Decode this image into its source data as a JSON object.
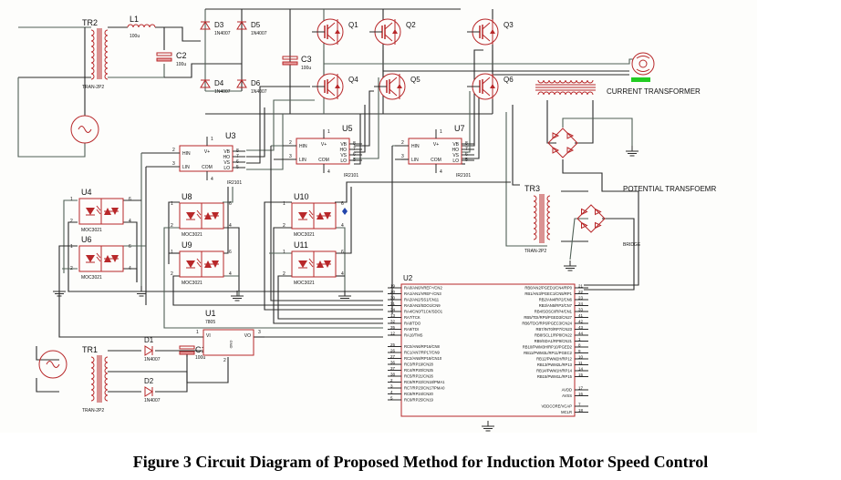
{
  "figure": {
    "caption": "Figure 3 Circuit Diagram of Proposed Method for Induction Motor Speed Control"
  },
  "colors": {
    "component": "#b8282a",
    "wire": "#2a2a2a",
    "wire_alt": "#4f5f55",
    "motor_indicator": "#22cc22"
  },
  "supply": {
    "tr2": {
      "name": "TR2",
      "type": "TRAN-2P2"
    },
    "l1": {
      "name": "L1",
      "value": "100u"
    },
    "c2": {
      "name": "C2",
      "value": "100u"
    },
    "c3": {
      "name": "C3",
      "value": "100u"
    },
    "diodes": [
      {
        "name": "D3",
        "type": "1N4007"
      },
      {
        "name": "D5",
        "type": "1N4007"
      },
      {
        "name": "D4",
        "type": "1N4007"
      },
      {
        "name": "D6",
        "type": "1N4007"
      }
    ]
  },
  "inverter": {
    "igbts": [
      "Q1",
      "Q2",
      "Q3",
      "Q4",
      "Q5",
      "Q6"
    ]
  },
  "drivers": [
    {
      "name": "U3",
      "type": "IR2101"
    },
    {
      "name": "U5",
      "type": "IR2101"
    },
    {
      "name": "U7",
      "type": "IR2101"
    }
  ],
  "driver_pins": {
    "left": [
      {
        "num": "2",
        "label": "HIN"
      },
      {
        "num": "3",
        "label": "LIN"
      }
    ],
    "top": {
      "num": "1",
      "label": "V+"
    },
    "bottom": {
      "num": "4",
      "label": "COM"
    },
    "right": [
      {
        "num": "8",
        "label": "VB"
      },
      {
        "num": "7",
        "label": "HO"
      },
      {
        "num": "6",
        "label": "VS"
      },
      {
        "num": "5",
        "label": "LO"
      }
    ]
  },
  "optocouplers": [
    {
      "name": "U4",
      "type": "MOC3021"
    },
    {
      "name": "U6",
      "type": "MOC3021"
    },
    {
      "name": "U8",
      "type": "MOC3021"
    },
    {
      "name": "U9",
      "type": "MOC3021"
    },
    {
      "name": "U10",
      "type": "MOC3021"
    },
    {
      "name": "U11",
      "type": "MOC3021"
    }
  ],
  "opto_pins": [
    "1",
    "2",
    "6",
    "4"
  ],
  "sensing": {
    "current_transformer": "CURRENT TRANSFORMER",
    "potential_transformer": "POTENTIAL TRANSFOEMR",
    "tr3": {
      "name": "TR3",
      "type": "TRAN-2P2"
    },
    "bridge": "BRIDGE"
  },
  "regulator": {
    "name": "U1",
    "type": "7805",
    "pins": {
      "vi": "VI",
      "vo": "VO",
      "gnd": "GND",
      "in_num": "1",
      "out_num": "3",
      "gnd_num": "2"
    },
    "tr1": {
      "name": "TR1",
      "type": "TRAN-2P2"
    },
    "d1": {
      "name": "D1",
      "type": "1N4007"
    },
    "d2": {
      "name": "D2",
      "type": "1N4007"
    },
    "c1": {
      "name": "C1",
      "value": "100u"
    }
  },
  "mcu": {
    "name": "U2",
    "left_pins": [
      {
        "num": "19",
        "label": "RA0/AN0/VREF+/CN2"
      },
      {
        "num": "20",
        "label": "RA1/AN1/VREF-/CN3"
      },
      {
        "num": "30",
        "label": "RA2/AN2/SS1/CN11"
      },
      {
        "num": "31",
        "label": "RA3/AN3/SDO1/CN9"
      },
      {
        "num": "34",
        "label": "RA4/CN0/T1CK/SDO1"
      },
      {
        "num": "13",
        "label": "RA7/TCK"
      },
      {
        "num": "32",
        "label": "RA8/TDO"
      },
      {
        "num": "35",
        "label": "RA9/TDI"
      },
      {
        "num": "12",
        "label": "RA10/TMS"
      },
      {
        "num": "25",
        "label": "RC0/AN6/RP16/CN8"
      },
      {
        "num": "26",
        "label": "RC1/AN7/RP17/CN9"
      },
      {
        "num": "27",
        "label": "RC2/AN8/RP18/CN10"
      },
      {
        "num": "36",
        "label": "RC3/RP19/CN28"
      },
      {
        "num": "37",
        "label": "RC4/RP20/CN25"
      },
      {
        "num": "38",
        "label": "RC5/RP21/CN26"
      },
      {
        "num": "2",
        "label": "RC6/RP22/CN18/PMA1"
      },
      {
        "num": "3",
        "label": "RC7/RP23/CN17/PMA0"
      },
      {
        "num": "4",
        "label": "RC8/RP24/CN20"
      },
      {
        "num": "5",
        "label": "RC9/RP25/CN19"
      }
    ],
    "right_pins": [
      {
        "num": "21",
        "label": "RB0/AN2/PGED1/CN4/RP0"
      },
      {
        "num": "22",
        "label": "RB1/AN3/PGEC1/CN5/RP1"
      },
      {
        "num": "23",
        "label": "RB2/AN4/RP2/CN6"
      },
      {
        "num": "24",
        "label": "RB3/AN5/RP3/CN7"
      },
      {
        "num": "33",
        "label": "RB4/SOSCI/RP4/CN1"
      },
      {
        "num": "41",
        "label": "RB5/TDI/RP5/PGED3/CN27"
      },
      {
        "num": "42",
        "label": "RB6/TDO/RP6/PGEC3/CN24"
      },
      {
        "num": "43",
        "label": "RB7/INT0/RP7/CN23"
      },
      {
        "num": "44",
        "label": "RB8/SCL1/RP8/CN22"
      },
      {
        "num": "1",
        "label": "RB9/SDA1/RP9/CN21"
      },
      {
        "num": "8",
        "label": "RB10/PWM3H/RP10/PGED2"
      },
      {
        "num": "9",
        "label": "RB11/PWM3L/RP11/PGEC2"
      },
      {
        "num": "10",
        "label": "RB12/PWM2H/RP12"
      },
      {
        "num": "11",
        "label": "RB13/PWM2L/RP13"
      },
      {
        "num": "14",
        "label": "RB14/PWM1H/RP14"
      },
      {
        "num": "15",
        "label": "RB15/PWM1L/RP15"
      },
      {
        "num": "17",
        "label": "AVDD"
      },
      {
        "num": "16",
        "label": "AVSS"
      },
      {
        "num": "7",
        "label": "VDDCORE/VCAP"
      },
      {
        "num": "18",
        "label": "MCLR"
      }
    ]
  }
}
